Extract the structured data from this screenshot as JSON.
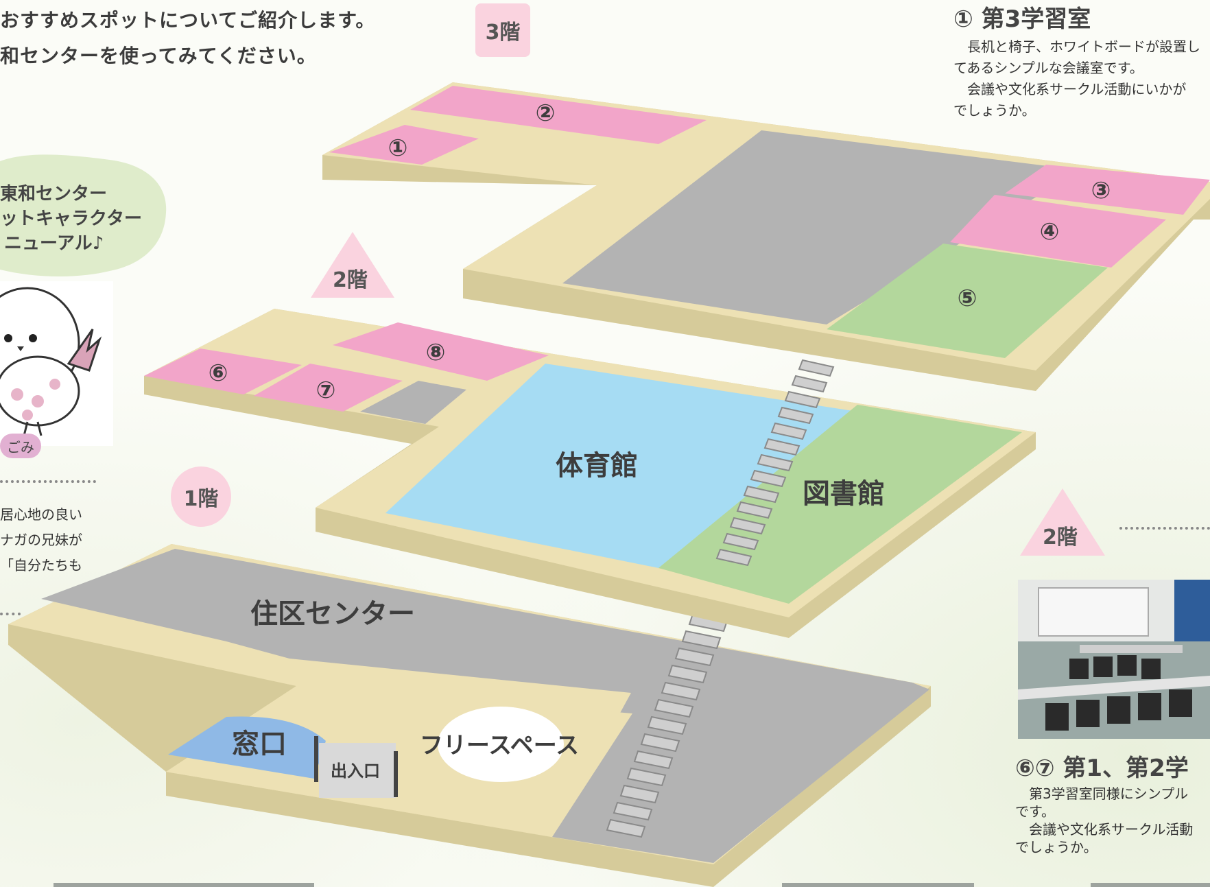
{
  "intro": {
    "line1": "おすすめスポットについてご紹介します。",
    "line2": "和センターを使ってみてください。"
  },
  "mascot": {
    "bubble_line1": "東和センター",
    "bubble_line2": "ットキャラクター",
    "bubble_line3": "ニューアル♪",
    "name_badge": "ごみ",
    "desc_line1": "居心地の良い",
    "desc_line2": "ナガの兄妹が",
    "desc_line3": "「自分たちも"
  },
  "floors": {
    "f3": "3階",
    "f2": "2階",
    "f1": "1階",
    "f2_side": "2階"
  },
  "map": {
    "r1": "①",
    "r2": "②",
    "r3": "③",
    "r4": "④",
    "r5": "⑤",
    "r6": "⑥",
    "r7": "⑦",
    "r8": "⑧",
    "gym": "体育館",
    "library": "図書館",
    "resident_center": "住区センター",
    "counter": "窓口",
    "entrance": "出入口",
    "free_space": "フリースペース"
  },
  "room1": {
    "title": "① 第3学習室",
    "line1": "　長机と椅子、ホワイトボードが設置し",
    "line2": "てあるシンプルな会議室です。",
    "line3": "　会議や文化系サークル活動にいかが",
    "line4": "でしょうか。"
  },
  "room67": {
    "title": "⑥⑦ 第1、第2学",
    "line1": "　第3学習室同様にシンプル",
    "line2": "です。",
    "line3": "　会議や文化系サークル活動",
    "line4": "でしょうか。"
  },
  "colors": {
    "floor_base": "#ede1b4",
    "floor_side": "#d6cb9a",
    "pink_room": "#f2a5c9",
    "gray_area": "#b3b3b3",
    "green_area": "#b3d79c",
    "blue_area": "#a6dcf3",
    "counter_blue": "#8fb9e6",
    "badge_pink": "#fad3df"
  }
}
